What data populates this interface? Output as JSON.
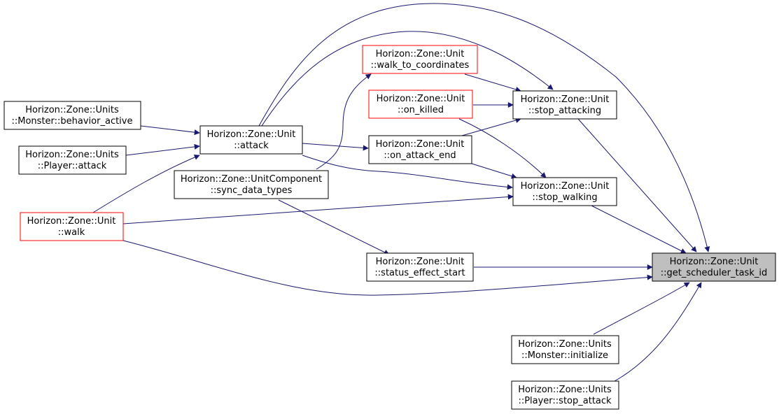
{
  "colors": {
    "edge": "#191970",
    "node_border": "#000000",
    "node_border_incomplete": "#ff0000",
    "selected_fill": "#bfbfbf"
  },
  "nodes": {
    "get_scheduler_task_id": {
      "line1": "Horizon::Zone::Unit",
      "line2": "::get_scheduler_task_id"
    },
    "stop_attacking": {
      "line1": "Horizon::Zone::Unit",
      "line2": "::stop_attacking"
    },
    "stop_walking": {
      "line1": "Horizon::Zone::Unit",
      "line2": "::stop_walking"
    },
    "status_effect_start": {
      "line1": "Horizon::Zone::Unit",
      "line2": "::status_effect_start"
    },
    "monster_initialize": {
      "line1": "Horizon::Zone::Units",
      "line2": "::Monster::initialize"
    },
    "player_stop_attack": {
      "line1": "Horizon::Zone::Units",
      "line2": "::Player::stop_attack"
    },
    "walk_to_coordinates": {
      "line1": "Horizon::Zone::Unit",
      "line2": "::walk_to_coordinates"
    },
    "on_killed": {
      "line1": "Horizon::Zone::Unit",
      "line2": "::on_killed"
    },
    "on_attack_end": {
      "line1": "Horizon::Zone::Unit",
      "line2": "::on_attack_end"
    },
    "attack": {
      "line1": "Horizon::Zone::Unit",
      "line2": "::attack"
    },
    "sync_data_types": {
      "line1": "Horizon::Zone::UnitComponent",
      "line2": "::sync_data_types"
    },
    "walk": {
      "line1": "Horizon::Zone::Unit",
      "line2": "::walk"
    },
    "monster_behavior_active": {
      "line1": "Horizon::Zone::Units",
      "line2": "::Monster::behavior_active"
    },
    "player_attack": {
      "line1": "Horizon::Zone::Units",
      "line2": "::Player::attack"
    }
  }
}
